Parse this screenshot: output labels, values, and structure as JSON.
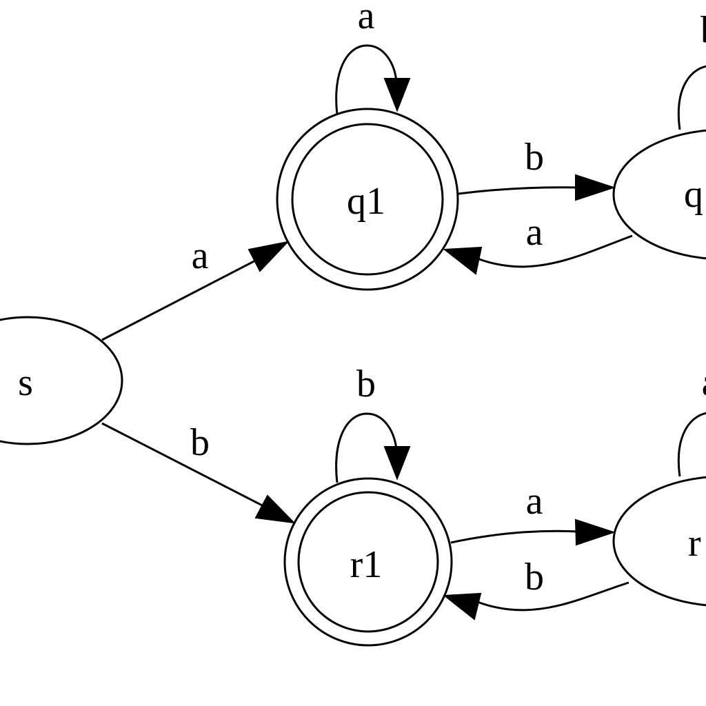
{
  "diagram": {
    "states": {
      "s": "s",
      "q1": "q1",
      "q2": "q",
      "r1": "r1",
      "r2": "r"
    },
    "transitions": {
      "s_q1": "a",
      "s_r1": "b",
      "q1_loop": "a",
      "q1_q2": "b",
      "q2_q1": "a",
      "q2_loop": "b",
      "r1_loop": "b",
      "r1_r2": "a",
      "r2_r1": "b",
      "r2_loop": "a"
    },
    "accepting_states": [
      "q1",
      "r1"
    ]
  }
}
